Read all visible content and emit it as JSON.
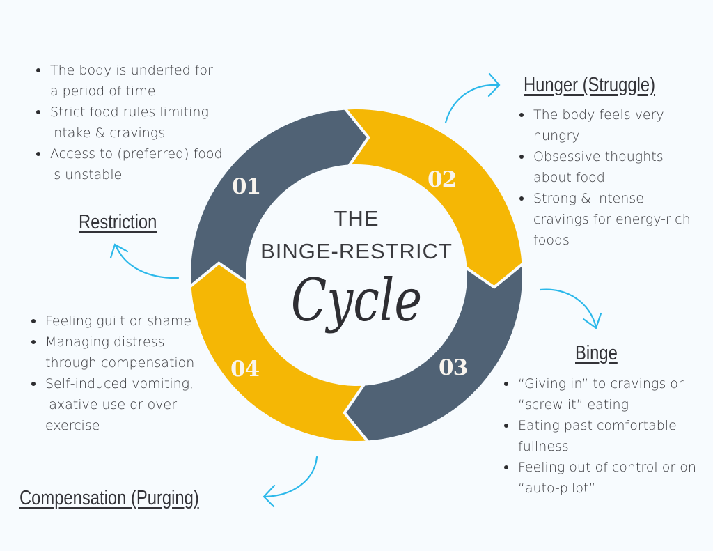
{
  "center": {
    "line1": "THE",
    "line2": "BINGE-RESTRICT",
    "line3": "Cycle"
  },
  "colors": {
    "dark_segment": "#506275",
    "yellow_segment": "#f5b705",
    "arrow": "#2bb8ea",
    "background": "#f7fbfe"
  },
  "segments": [
    {
      "number": "01",
      "color": "dark"
    },
    {
      "number": "02",
      "color": "yellow"
    },
    {
      "number": "03",
      "color": "dark"
    },
    {
      "number": "04",
      "color": "yellow"
    }
  ],
  "stages": {
    "restriction": {
      "heading": "Restriction",
      "bullets": [
        "The body is underfed for a period of time",
        "Strict food rules limiting intake & cravings",
        "Access to (preferred) food is unstable"
      ]
    },
    "hunger": {
      "heading": "Hunger (Struggle)",
      "bullets": [
        "The body feels very hungry",
        "Obsessive thoughts about food",
        "Strong & intense cravings for energy-rich foods"
      ]
    },
    "binge": {
      "heading": "Binge",
      "bullets": [
        "“Giving in” to cravings or “screw it” eating",
        "Eating past comfortable fullness",
        "Feeling out of control or on “auto-pilot”"
      ]
    },
    "compensation": {
      "heading": "Compensation (Purging)",
      "bullets": [
        "Feeling guilt or shame",
        "Managing distress through compensation",
        "Self-induced vomiting, laxative use or over exercise"
      ]
    }
  }
}
